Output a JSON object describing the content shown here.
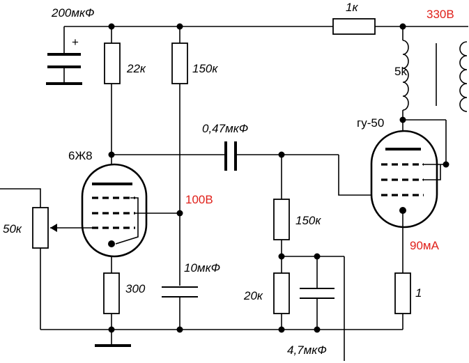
{
  "labels": {
    "c_filter": "200мкФ",
    "r_anode": "22к",
    "r_g2": "150к",
    "r_series": "1к",
    "supply_v": "330В",
    "transformer": "5k",
    "output_tube": "гу-50",
    "c_coupling": "0,47мкФ",
    "input_tube": "6Ж8",
    "screen_v": "100В",
    "pot": "50к",
    "r_grid": "150к",
    "anode_current": "90мА",
    "c_screen": "10мкФ",
    "r_cathode": "300",
    "r_bias": "20к",
    "r_sense": "1",
    "c_bias": "4,7мкФ",
    "plus_sign": "+"
  }
}
